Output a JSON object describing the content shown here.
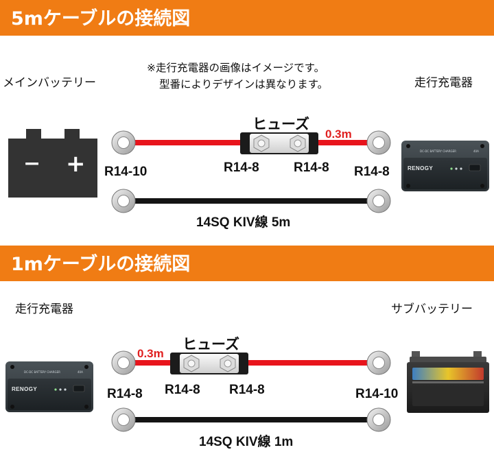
{
  "sections": [
    {
      "title": "5mケーブルの接続図",
      "left_device": "メインバッテリー",
      "right_device": "走行充電器",
      "note_lines": [
        "※走行充電器の画像はイメージです。",
        "型番によりデザインは異なります。"
      ],
      "fuse_label": "ヒューズ",
      "short_cable_length": "0.3m",
      "terminals": [
        "R14-10",
        "R14-8",
        "R14-8",
        "R14-8"
      ],
      "cable_spec": "14SQ KIV線 5m"
    },
    {
      "title": "1mケーブルの接続図",
      "left_device": "走行充電器",
      "right_device": "サブバッテリー",
      "fuse_label": "ヒューズ",
      "short_cable_length": "0.3m",
      "terminals": [
        "R14-8",
        "R14-8",
        "R14-8",
        "R14-10"
      ],
      "cable_spec": "14SQ KIV線 1m"
    }
  ],
  "battery_symbols": {
    "negative": "−",
    "positive": "+"
  },
  "charger": {
    "brand": "RENOGY",
    "model": "40A",
    "descriptor": "DC-DC BATTERY CHARGER"
  },
  "colors": {
    "banner": "#f07c14",
    "positive_cable": "#e8141c",
    "negative_cable": "#141414",
    "label_red": "#e02020",
    "battery_icon": "#333333"
  }
}
